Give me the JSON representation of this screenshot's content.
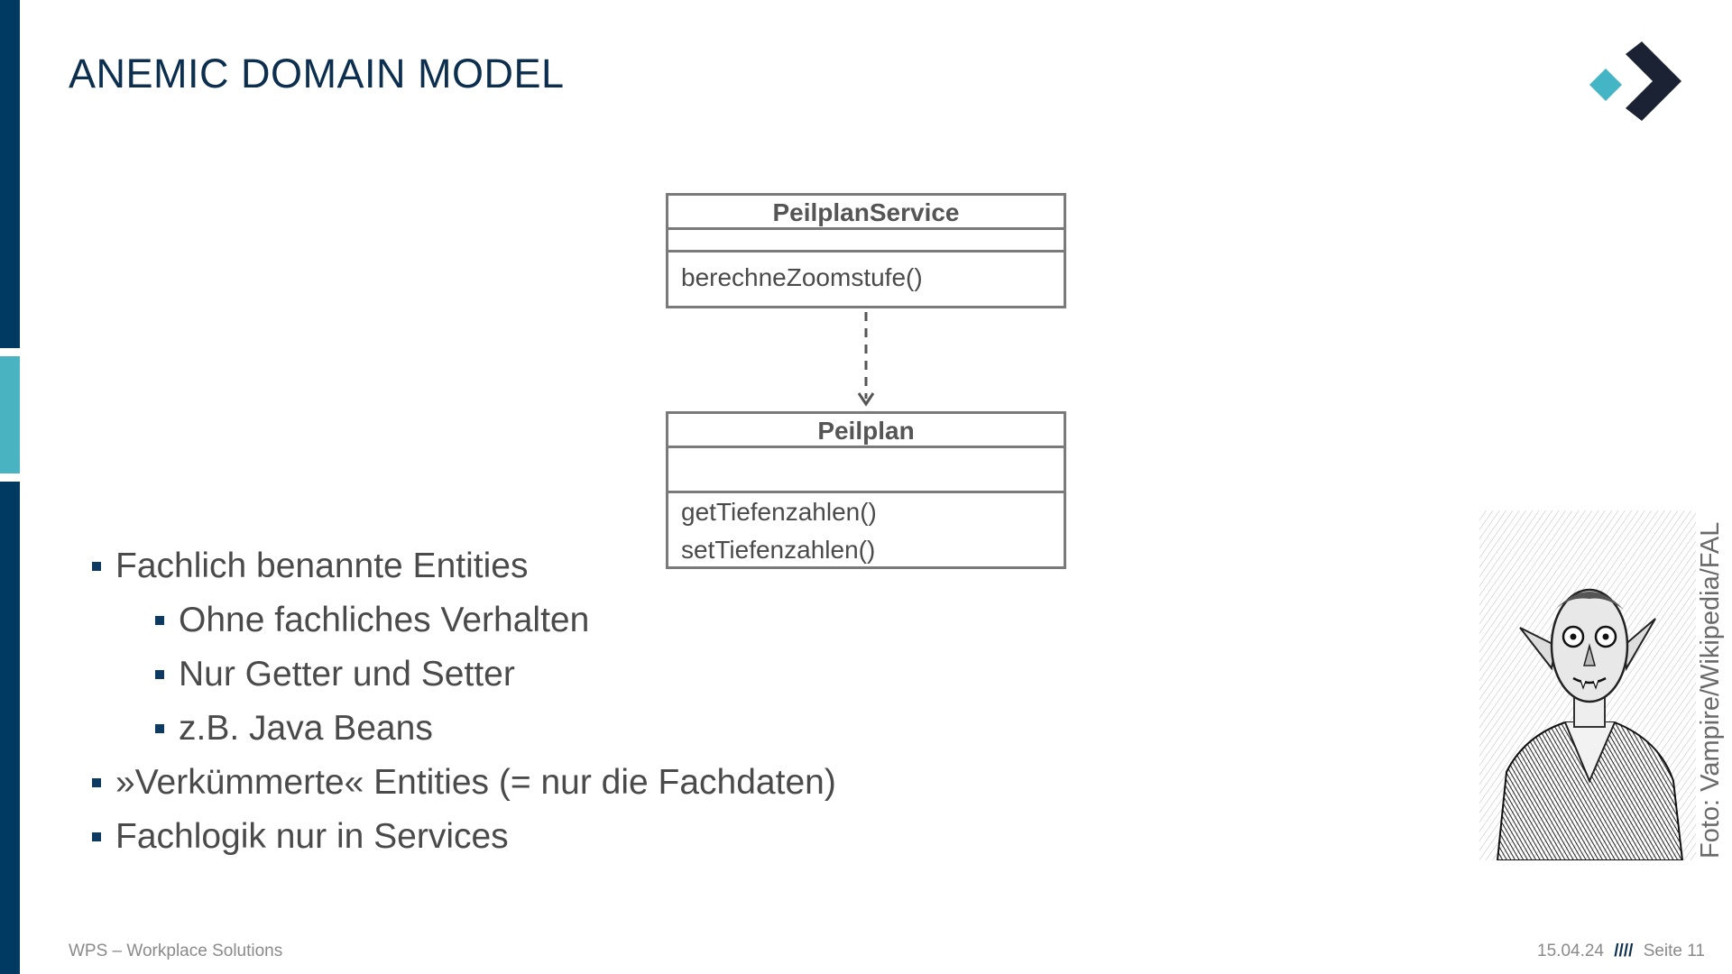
{
  "slide": {
    "title": "ANEMIC DOMAIN MODEL"
  },
  "diagram": {
    "service": {
      "name": "PeilplanService",
      "methods": [
        "berechneZoomstufe()"
      ]
    },
    "entity": {
      "name": "Peilplan",
      "methods": [
        "getTiefenzahlen()",
        "setTiefenzahlen()"
      ]
    }
  },
  "bullets": [
    {
      "level": 1,
      "text": "Fachlich benannte Entities"
    },
    {
      "level": 2,
      "text": "Ohne fachliches Verhalten"
    },
    {
      "level": 2,
      "text": "Nur Getter und Setter"
    },
    {
      "level": 2,
      "text": "z.B. Java Beans"
    },
    {
      "level": 1,
      "text": "»Verkümmerte« Entities (= nur die Fachdaten)"
    },
    {
      "level": 1,
      "text": "Fachlogik nur in Services"
    }
  ],
  "photo": {
    "credit": "Foto: Vampire/Wikipedia/FAL"
  },
  "footer": {
    "company": "WPS – Workplace Solutions",
    "date": "15.04.24",
    "separator": "////",
    "page": "Seite 11"
  },
  "colors": {
    "navy": "#003a63",
    "teal": "#4ab3c2",
    "dark": "#1b2233",
    "logo_teal": "#43b5c4"
  }
}
